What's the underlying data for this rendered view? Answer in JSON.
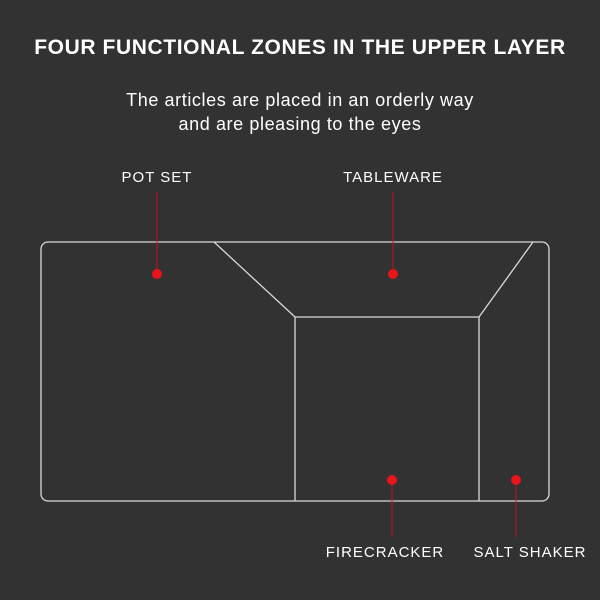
{
  "header": {
    "title": "FOUR FUNCTIONAL ZONES IN THE UPPER LAYER",
    "subtitle_line1": "The articles are placed in an orderly way",
    "subtitle_line2": "and are pleasing to the eyes"
  },
  "zones": {
    "pot_set": "POT SET",
    "tableware": "TABLEWARE",
    "firecracker": "FIRECRACKER",
    "salt_shaker": "SALT SHAKER"
  },
  "colors": {
    "background": "#323232",
    "outline": "#d9d9d9",
    "marker": "#e8141b",
    "leader": "#c8101a",
    "text": "#ffffff"
  }
}
